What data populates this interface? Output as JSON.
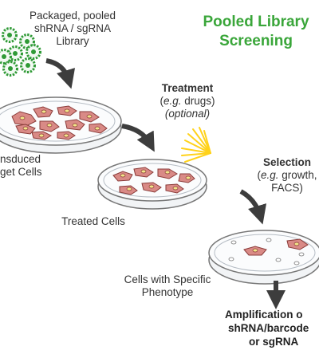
{
  "title": {
    "line1": "Pooled Library",
    "line2": "Screening",
    "color": "#3aa63a"
  },
  "labels": {
    "library": [
      "Packaged, pooled",
      "shRNA / sgRNA",
      "Library"
    ],
    "transduced": [
      "nsduced",
      "get Cells"
    ],
    "treatment": {
      "heading": "Treatment",
      "example_prefix": "(",
      "example_em": "e.g.",
      "example_rest": " drugs)",
      "note": "(optional)"
    },
    "treated": "Treated Cells",
    "selection": {
      "heading": "Selection",
      "example_prefix": "(",
      "example_em": "e.g.",
      "example_rest": " growth,",
      "line3": "FACS)"
    },
    "phenotype": [
      "Cells with Specific",
      "Phenotype"
    ],
    "amplification": [
      "Amplification o",
      "shRNA/barcode",
      "or sgRNA"
    ]
  },
  "colors": {
    "virus": "#2f9a36",
    "cell": "#d98a86",
    "cell_stroke": "#8a3b39",
    "arrow": "#3d3d3d",
    "dish": "#777777",
    "light": "#ffd21a"
  }
}
